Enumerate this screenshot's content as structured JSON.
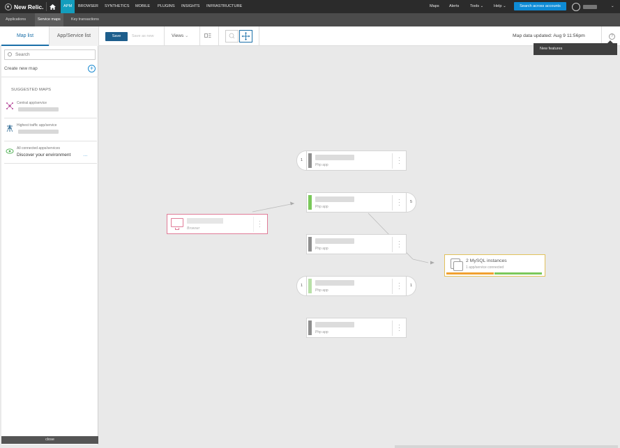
{
  "topnav": {
    "brand": "New Relic.",
    "items": [
      "APM",
      "BROWSER",
      "SYNTHETICS",
      "MOBILE",
      "PLUGINS",
      "INSIGHTS",
      "INFRASTRUCTURE"
    ],
    "right": {
      "maps": "Maps",
      "alerts": "Alerts",
      "tools": "Tools",
      "help": "Help",
      "search_accounts": "Search across accounts"
    }
  },
  "subnav": {
    "items": [
      "Applications",
      "Service maps",
      "Key transactions"
    ]
  },
  "toolbar": {
    "tab_map_list": "Map list",
    "tab_app_service_list": "App/Service list",
    "save": "Save",
    "save_as_new": "Save as new",
    "views": "Views",
    "map_updated": "Map data updated: Aug 9 11:56pm",
    "help": "?"
  },
  "tooltip": {
    "text": "New features"
  },
  "sidebar": {
    "search_placeholder": "Search",
    "create_new_map": "Create new map",
    "suggested_title": "SUGGESTED MAPS",
    "suggestions": [
      {
        "label": "Central app/service"
      },
      {
        "label": "Highest traffic app/service"
      },
      {
        "label": "All connected apps/services",
        "value": "Discover your environment"
      }
    ],
    "close": "close"
  },
  "map": {
    "browser_node": {
      "type": "Browser"
    },
    "app_nodes": [
      {
        "type": "Php app",
        "left_badge": "1",
        "right_badge": null,
        "health": "gray"
      },
      {
        "type": "Php app",
        "left_badge": null,
        "right_badge": "5",
        "health": "green"
      },
      {
        "type": "Php app",
        "left_badge": null,
        "right_badge": null,
        "health": "gray"
      },
      {
        "type": "Php app",
        "left_badge": "1",
        "right_badge": "1",
        "health": "lightgreen"
      },
      {
        "type": "Php app",
        "left_badge": null,
        "right_badge": null,
        "health": "gray"
      }
    ],
    "db_node": {
      "title": "2 MySQL instances",
      "subtitle": "1 app/service connected"
    }
  },
  "colors": {
    "accent": "#139dbd",
    "save_button": "#1d5e8c",
    "browser_border": "#e07b97",
    "db_border": "#e2c15a",
    "healthy": "#7ac85a",
    "warning": "#f0a030"
  }
}
